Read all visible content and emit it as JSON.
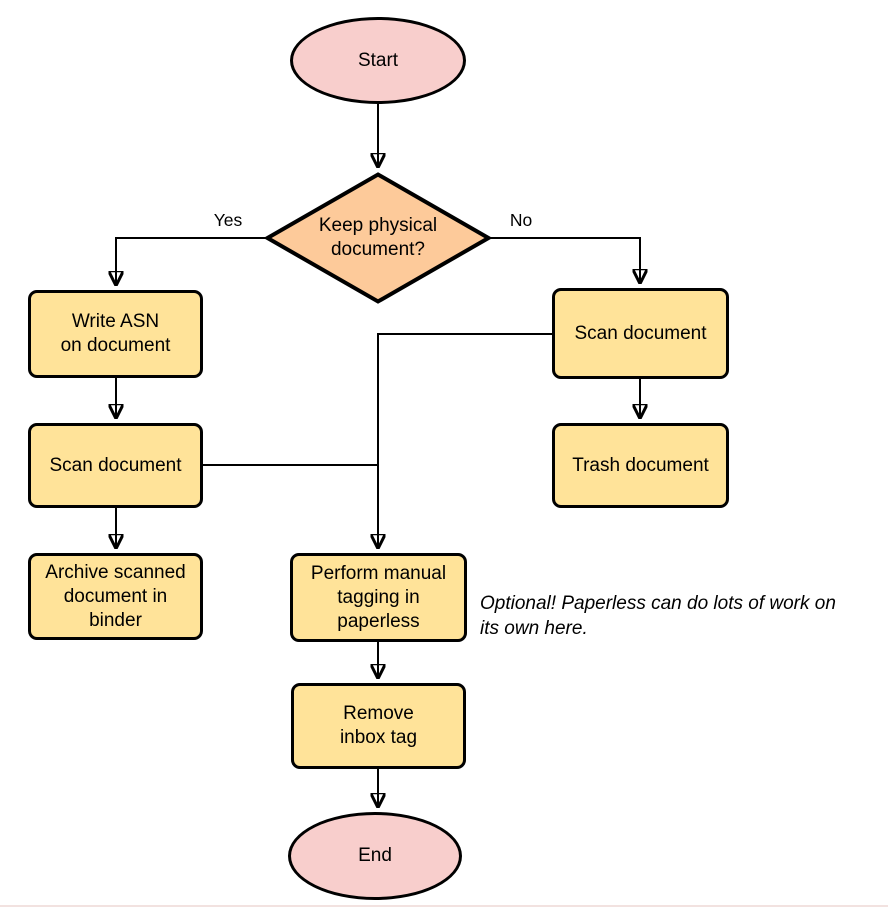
{
  "diagram": {
    "type": "flowchart",
    "nodes": {
      "start": {
        "label": "Start",
        "shape": "ellipse",
        "fill": "#F8CECC"
      },
      "decision": {
        "label": "Keep physical\ndocument?",
        "shape": "diamond",
        "fill": "#FDCA9A"
      },
      "write_asn": {
        "label": "Write ASN\non document",
        "shape": "rounded-rect",
        "fill": "#FFE399"
      },
      "scan_yes": {
        "label": "Scan document",
        "shape": "rounded-rect",
        "fill": "#FFE399"
      },
      "archive": {
        "label": "Archive scanned\ndocument in\nbinder",
        "shape": "rounded-rect",
        "fill": "#FFE399"
      },
      "scan_no": {
        "label": "Scan document",
        "shape": "rounded-rect",
        "fill": "#FFE399"
      },
      "trash": {
        "label": "Trash document",
        "shape": "rounded-rect",
        "fill": "#FFE399"
      },
      "tagging": {
        "label": "Perform manual\ntagging in\npaperless",
        "shape": "rounded-rect",
        "fill": "#FFE399"
      },
      "remove_tag": {
        "label": "Remove\ninbox tag",
        "shape": "rounded-rect",
        "fill": "#FFE399"
      },
      "end": {
        "label": "End",
        "shape": "ellipse",
        "fill": "#F8CECC"
      }
    },
    "edge_labels": {
      "yes": "Yes",
      "no": "No"
    },
    "edges": [
      {
        "from": "start",
        "to": "decision"
      },
      {
        "from": "decision",
        "to": "write_asn",
        "label": "Yes"
      },
      {
        "from": "decision",
        "to": "scan_no",
        "label": "No"
      },
      {
        "from": "write_asn",
        "to": "scan_yes"
      },
      {
        "from": "scan_yes",
        "to": "archive"
      },
      {
        "from": "scan_yes",
        "to": "tagging"
      },
      {
        "from": "scan_no",
        "to": "trash"
      },
      {
        "from": "scan_no",
        "to": "tagging"
      },
      {
        "from": "tagging",
        "to": "remove_tag"
      },
      {
        "from": "remove_tag",
        "to": "end"
      }
    ],
    "annotation": "Optional! Paperless can do lots of work on\nits own here.",
    "colors": {
      "terminator_fill": "#F8CECC",
      "decision_fill": "#FDCA9A",
      "process_fill": "#FFE399",
      "stroke": "#000000"
    }
  }
}
